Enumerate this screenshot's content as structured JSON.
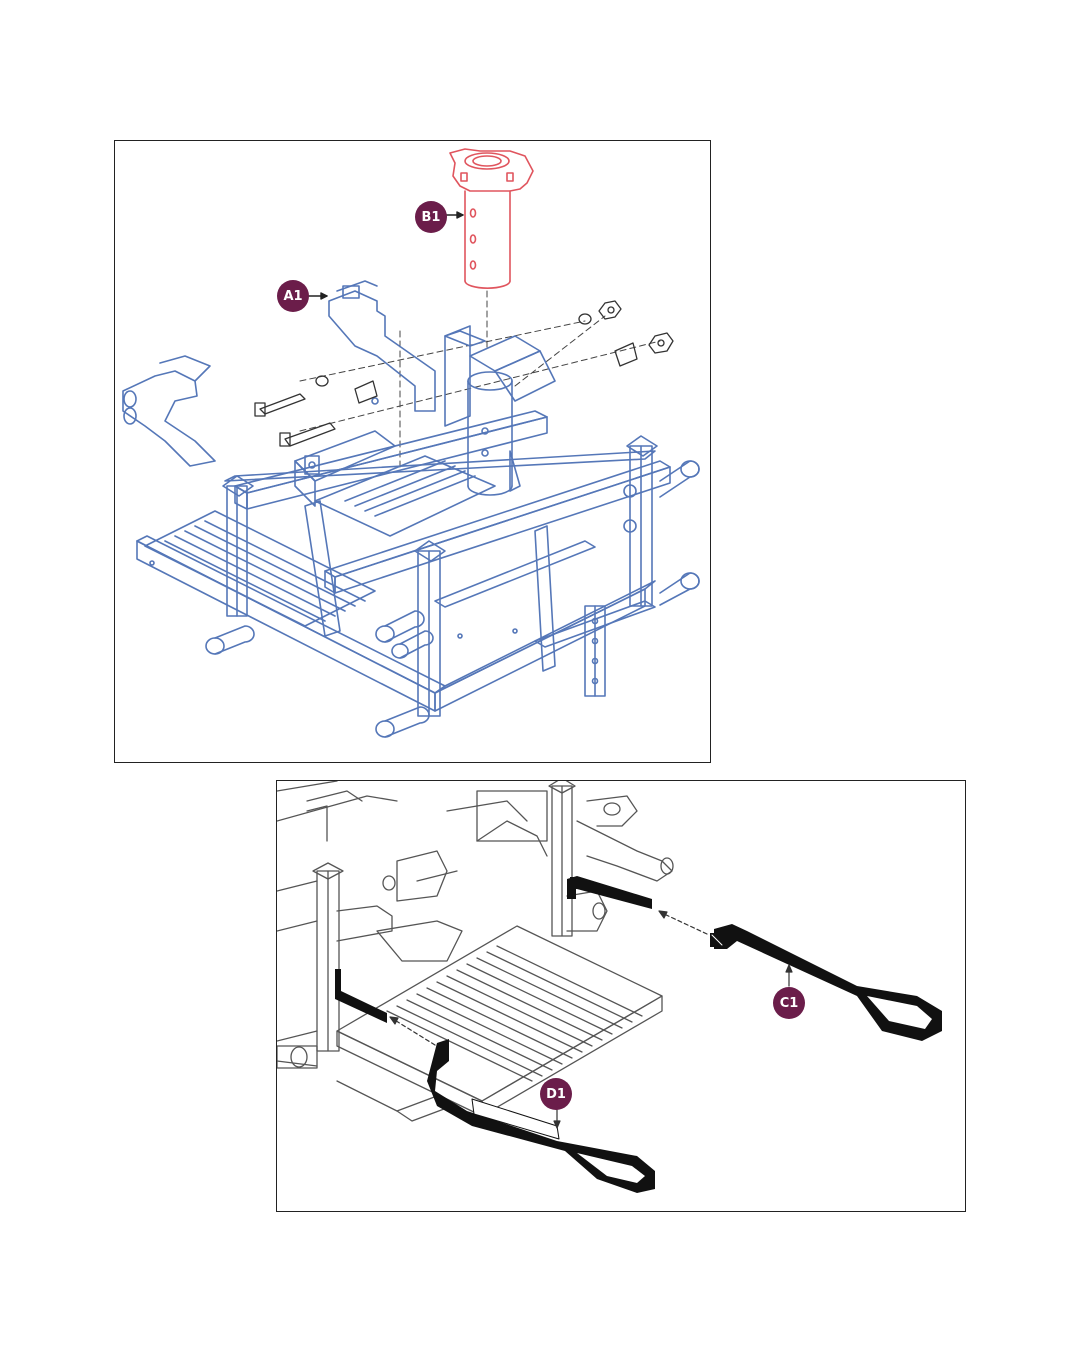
{
  "colors": {
    "frame": "#5577b8",
    "highlight": "#e0555e",
    "callout": "#6b1d4a",
    "strap": "#111111",
    "ghost": "#555555"
  },
  "callouts": {
    "b1": "B1",
    "a1": "A1",
    "c1": "C1",
    "d1": "D1"
  },
  "icons": {
    "seat_post": "seat-post-tube",
    "frame": "base-frame-assembly",
    "strap": "strap-loop"
  }
}
